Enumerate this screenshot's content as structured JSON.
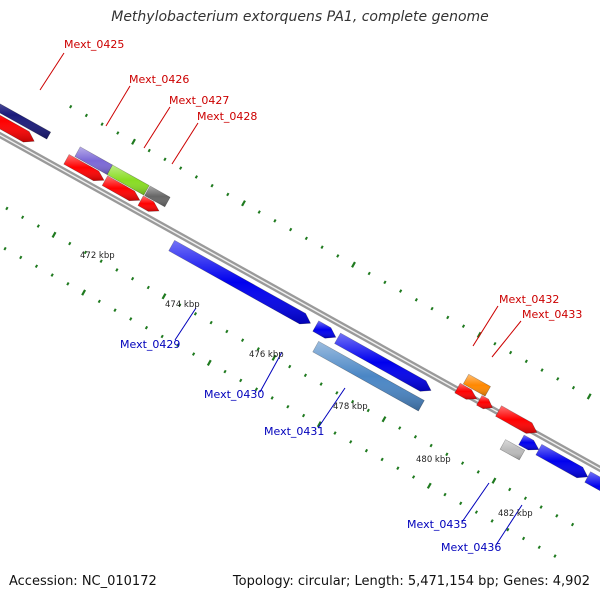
{
  "title": "Methylobacterium extorquens PA1, complete genome",
  "accession": "Accession: NC_010172",
  "summary": "Topology: circular; Length: 5,471,154 bp; Genes: 4,902",
  "colors": {
    "backbone": "#8c8c8c",
    "tick": "#1f7a1f",
    "label_forward": "#cc0000",
    "label_reverse": "#0000bb",
    "red_gene": "#ff0000",
    "blue_gene": "#0000ee"
  },
  "scale_labels": [
    "472 kbp",
    "474 kbp",
    "476 kbp",
    "478 kbp",
    "480 kbp",
    "482 kbp"
  ],
  "genes": [
    {
      "id": "Mext_0425",
      "color": "#1a1a7a",
      "labeled": true,
      "label_color": "#cc0000"
    },
    {
      "id": "Mext_0426",
      "color": "#7b68d6",
      "labeled": true,
      "label_color": "#cc0000"
    },
    {
      "id": "Mext_0427",
      "color": "#88dd22",
      "labeled": true,
      "label_color": "#cc0000"
    },
    {
      "id": "Mext_0428",
      "color": "#666666",
      "labeled": true,
      "label_color": "#cc0000"
    },
    {
      "id": "Mext_0429",
      "color": "#0000ee",
      "labeled": true,
      "label_color": "#0000bb"
    },
    {
      "id": "Mext_0430",
      "color": "#0000ee",
      "labeled": true,
      "label_color": "#0000bb"
    },
    {
      "id": "Mext_0431",
      "color": "#4a86c5",
      "labeled": true,
      "label_color": "#0000bb"
    },
    {
      "id": "Mext_0432",
      "color": "#ff8800",
      "labeled": true,
      "label_color": "#cc0000"
    },
    {
      "id": "Mext_0433",
      "color": "#ff0000",
      "labeled": true,
      "label_color": "#cc0000"
    },
    {
      "id": "Mext_0435",
      "color": "#bbbbbb",
      "labeled": true,
      "label_color": "#0000bb"
    },
    {
      "id": "Mext_0436",
      "color": "#0000ee",
      "labeled": true,
      "label_color": "#0000bb"
    }
  ]
}
